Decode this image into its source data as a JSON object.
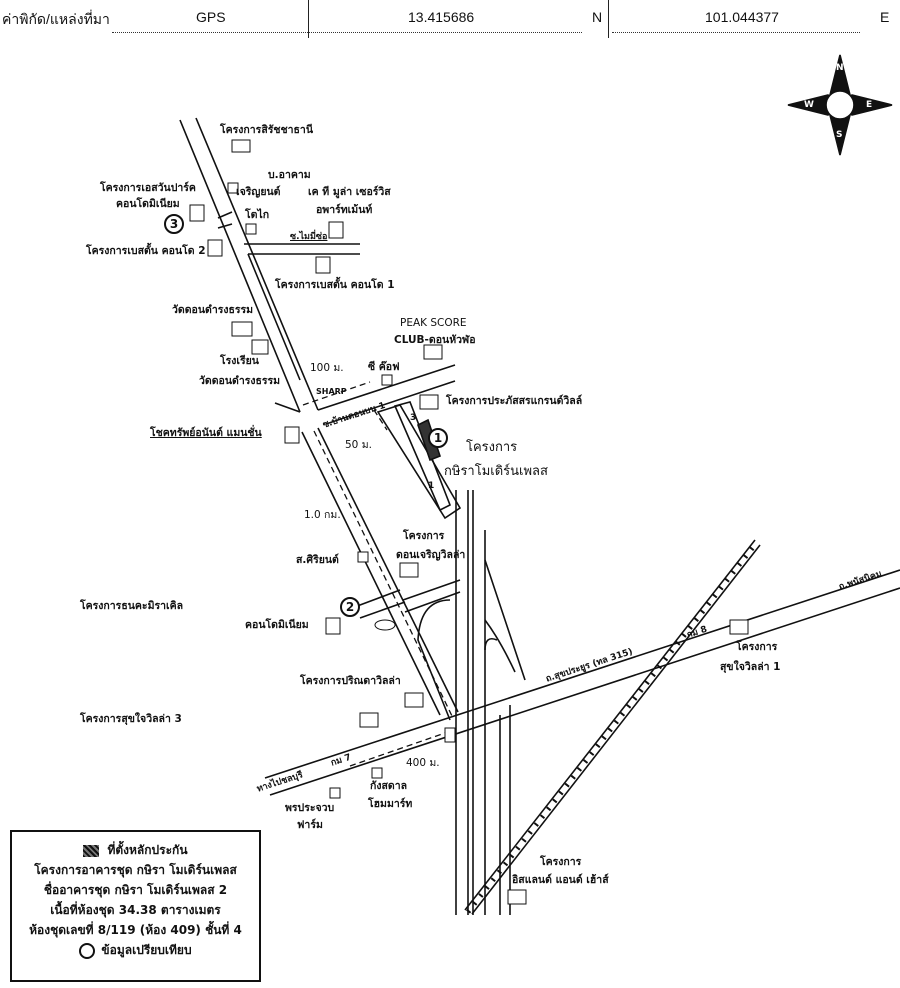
{
  "header": {
    "label": "ค่าพิกัด/แหล่งที่มา",
    "source": "GPS",
    "latitude": "13.415686",
    "lat_dir": "N",
    "longitude": "101.044377",
    "lon_dir": "E"
  },
  "compass": {
    "n": "N",
    "e": "E",
    "s": "S",
    "w": "W"
  },
  "map": {
    "labels": [
      "โครงการสิรัชชาธานี",
      "บ.อาคาม",
      "เจริญยนต์",
      "เค ที มูล่า เซอร์วิส",
      "อพาร์ทเม้นท์",
      "โครงการเอสวันปาร์ค",
      "คอนโดมิเนียม",
      "โตไก",
      "โครงการเบสตั้น คอนโด 2",
      "ซ.ไมมี่ซ่อ",
      "โครงการเบสตั้น คอนโด 1",
      "วัดดอนดำรงธรรม",
      "PEAK SCORE",
      "CLUB-ดอนหัวฬ่อ",
      "โรงเรียน",
      "วัดดอนดำรงธรรม",
      "100 ม.",
      "ซี ค๊อฟ",
      "SHARP",
      "โครงการประภัสสรแกรนด์วิลล์",
      "50 ม.",
      "โครงการ",
      "กษิราโมเดิร์นเพลส",
      "โชคทรัพย์อนันต์ แมนชั่น",
      "1.0 กม.",
      "โครงการ",
      "ดอนเจริญวิลล่า",
      "ส.ศิริยนต์",
      "โครงการธนคะมิราเคิล",
      "คอนโดมิเนียม",
      "โครงการปริณดาวิลล่า",
      "โครงการสุขใจวิลล่า 3",
      "400 ม.",
      "กังสดาล",
      "โฮมมาร์ท",
      "พรประจวบ",
      "ฟาร์ม",
      "โครงการ",
      "อิสแลนด์ แอนด์ เฮ้าส์",
      "โครงการ",
      "สุขใจวิลล่า 1"
    ],
    "road_labels": [
      "ซ.บ้านดอนบน 1",
      "ถ.สุขประยูร (ทล 315)",
      "กม 8",
      "กม 7",
      "ถ.พนัสนิคม",
      "ทางไปชลบุรี"
    ],
    "markers": [
      "1",
      "2",
      "3"
    ],
    "site_units": [
      "3",
      "1"
    ]
  },
  "legend": {
    "collateral": "ที่ตั้งหลักประกัน",
    "project": "โครงการอาคารชุด กษิรา โมเดิร์นเพลส",
    "building": "ชื่ออาคารชุด กษิรา โมเดิร์นเพลส 2",
    "area": "เนื้อที่ห้องชุด  34.38  ตารางเมตร",
    "unit": "ห้องชุดเลขที่  8/119 (ห้อง 409)  ชั้นที่ 4",
    "comparison": "ข้อมูลเปรียบเทียบ"
  }
}
